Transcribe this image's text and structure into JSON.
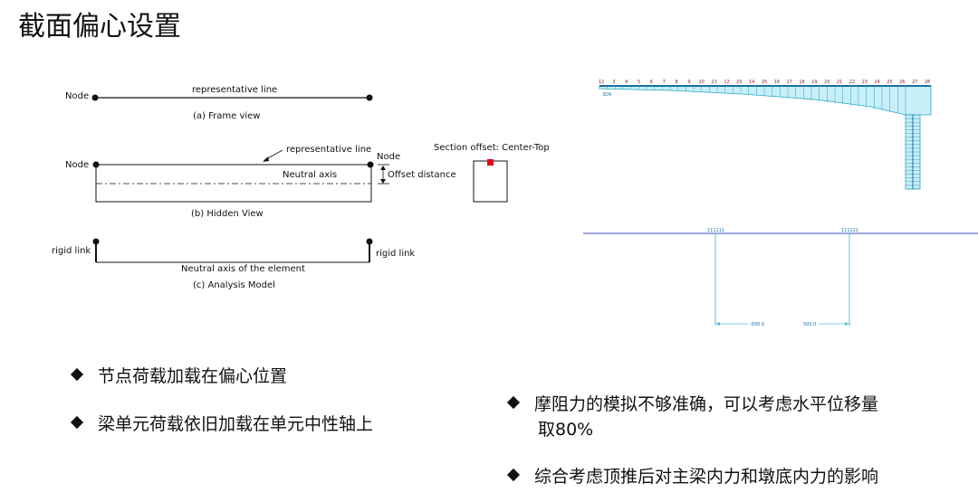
{
  "title": "截面偏心设置",
  "diagram_a": {
    "node": "Node",
    "line_label": "representative line",
    "caption": "(a) Frame view"
  },
  "diagram_b": {
    "node_left": "Node",
    "node_right": "Node",
    "line_label": "representative line",
    "neutral": "Neutral axis",
    "offset": "Offset distance",
    "caption": "(b) Hidden View"
  },
  "section": {
    "label": "Section offset: Center-Top",
    "marker_color": "#e8001c"
  },
  "diagram_c": {
    "link_left": "rigid link",
    "link_right": "rigid link",
    "neutral": "Neutral axis of the element",
    "caption": "(c) Analysis Model"
  },
  "bridge": {
    "node_labels": [
      "12",
      "3",
      "4",
      "5",
      "6",
      "7",
      "8",
      "9",
      "20",
      "21",
      "22",
      "23",
      "14",
      "25",
      "16",
      "17",
      "18",
      "19",
      "20",
      "21",
      "22",
      "23",
      "24",
      "25",
      "26",
      "27",
      "28"
    ],
    "small_label": "3D9",
    "fill_color": "#c8eef7",
    "line_color": "#2aa6c8",
    "deck_color": "#1a6fa0"
  },
  "piers": {
    "left_top": "111111",
    "right_top": "111111",
    "dim_left": "-500.0",
    "dim_right": "500.0",
    "line_color": "#4fc3e0",
    "ground_color": "#3a4dbd"
  },
  "bullets_left": [
    "节点荷载加载在偏心位置",
    "梁单元荷载依旧加载在单元中性轴上"
  ],
  "bullets_right": [
    {
      "text": "摩阻力的模拟不够准确，可以考虑水平位移量",
      "cont": "取80%"
    },
    {
      "text": "综合考虑顶推后对主梁内力和墩底内力的影响"
    }
  ]
}
